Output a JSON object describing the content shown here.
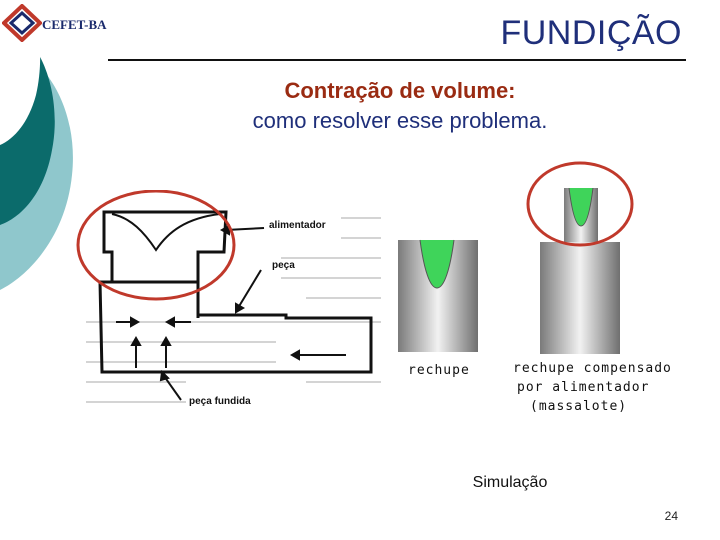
{
  "header": {
    "logo_text": "CEFET-BA",
    "title": "FUNDIÇÃO"
  },
  "slide": {
    "subtitle_line1": "Contração de volume:",
    "subtitle_line2": "como resolver esse problema.",
    "caption": "Simulação",
    "page_number": "24"
  },
  "left_diagram": {
    "label_alimentador": "alimentador",
    "label_peca": "peça",
    "label_peca_fundida": "peça fundida"
  },
  "right_diagram": {
    "label_rechupe": "rechupe",
    "label_compensado_line1": "rechupe compensado",
    "label_compensado_line2": "por alimentador",
    "label_compensado_line3": "(massalote)"
  },
  "colors": {
    "teal_dark": "#0b6b6b",
    "teal_light": "#8fc7cc",
    "circle_red": "#c0392b",
    "shrink_green": "#3fd45a",
    "title_blue": "#1f2f7a",
    "subtitle_red": "#9a2b12"
  }
}
